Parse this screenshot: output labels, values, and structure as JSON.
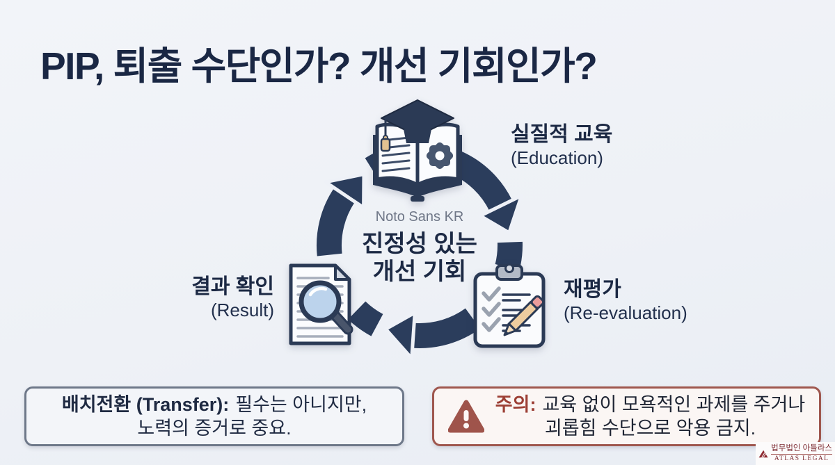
{
  "title": "PIP, 퇴출 수단인가? 개선 기회인가?",
  "cycle": {
    "font_note": "Noto Sans KR",
    "center_line1": "진정성 있는",
    "center_line2": "개선 기회",
    "direction": "clockwise",
    "nodes": [
      {
        "id": "education",
        "icon": "book-gradcap-gear-icon",
        "label_ko": "실질적 교육",
        "label_en": "(Education)"
      },
      {
        "id": "re-evaluation",
        "icon": "clipboard-checklist-pencil-icon",
        "label_ko": "재평가",
        "label_en": "(Re-evaluation)"
      },
      {
        "id": "result",
        "icon": "document-magnifier-icon",
        "label_ko": "결과 확인",
        "label_en": "(Result)"
      }
    ]
  },
  "transfer_note": {
    "lead": "배치전환 (Transfer):",
    "text1": "필수는 아니지만,",
    "text2": "노력의 증거로 중요."
  },
  "warning_note": {
    "icon": "warning-triangle-icon",
    "lead": "주의:",
    "text1": "교육 없이 모욕적인 과제를 주거나",
    "text2": "괴롭힘 수단으로 악용 금지."
  },
  "logo": {
    "name_ko": "법무법인 아틀라스",
    "name_en": "ATLAS LEGAL"
  },
  "colors": {
    "background": "#eef1f6",
    "navy_arrow": "#2b3d5c",
    "title_text": "#1a2744",
    "slate_border": "#6e7889",
    "maroon_border": "#9f574e",
    "maroon_text": "#9c3f35",
    "logo_red": "#8e2a31",
    "tassel_tan": "#e2c291",
    "lens_blue": "#bcd3ec"
  }
}
